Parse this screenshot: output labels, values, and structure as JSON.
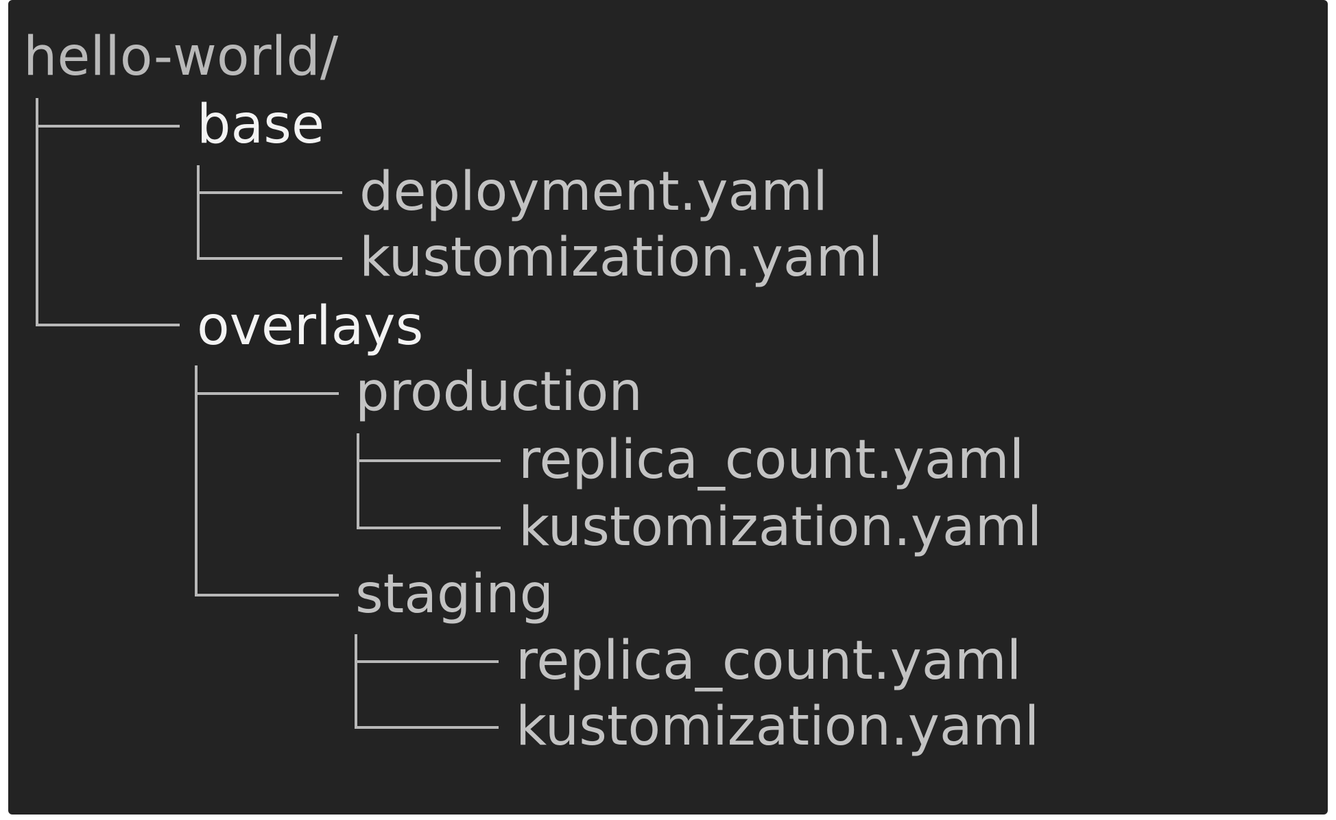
{
  "tree": {
    "root": "hello-world/",
    "base": {
      "name": "base",
      "files": [
        "deployment.yaml",
        "kustomization.yaml"
      ]
    },
    "overlays": {
      "name": "overlays",
      "production": {
        "name": "production",
        "files": [
          "replica_count.yaml",
          "kustomization.yaml"
        ]
      },
      "staging": {
        "name": "staging",
        "files": [
          "replica_count.yaml",
          "kustomization.yaml"
        ]
      }
    }
  }
}
